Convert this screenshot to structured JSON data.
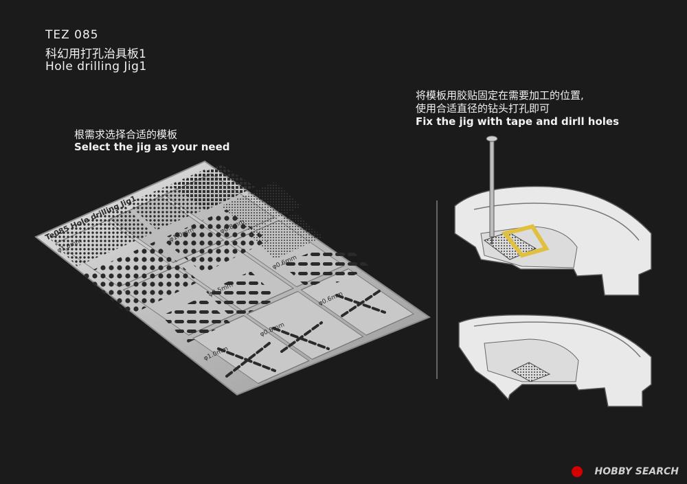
{
  "header": {
    "code": "TEZ 085",
    "title_cn": "科幻用打孔治具板1",
    "title_en": "Hole drilling Jig1"
  },
  "select_note": {
    "cn": "根需求选择合适的模板",
    "en": "Select the jig as your need"
  },
  "fix_note": {
    "cn_line1": "将模板用胶贴固定在需要加工的位置,",
    "cn_line2": "使用合适直径的钻头打孔即可",
    "en": "Fix the jig with tape and dirll holes"
  },
  "jig_labels": {
    "plate_title": "Te085 Hole drilling Jig1",
    "size_1_0": "φ1.0mm",
    "size_0_8": "φ0.8mm",
    "size_0_6": "φ0.6mm",
    "size_0_5": "φ0.5mm"
  },
  "watermark": "HOBBY SEARCH",
  "colors": {
    "background": "#1b1b1b",
    "plate": "#c9c9c9",
    "text": "#f2f2f2",
    "model": "#e6e6e6"
  }
}
